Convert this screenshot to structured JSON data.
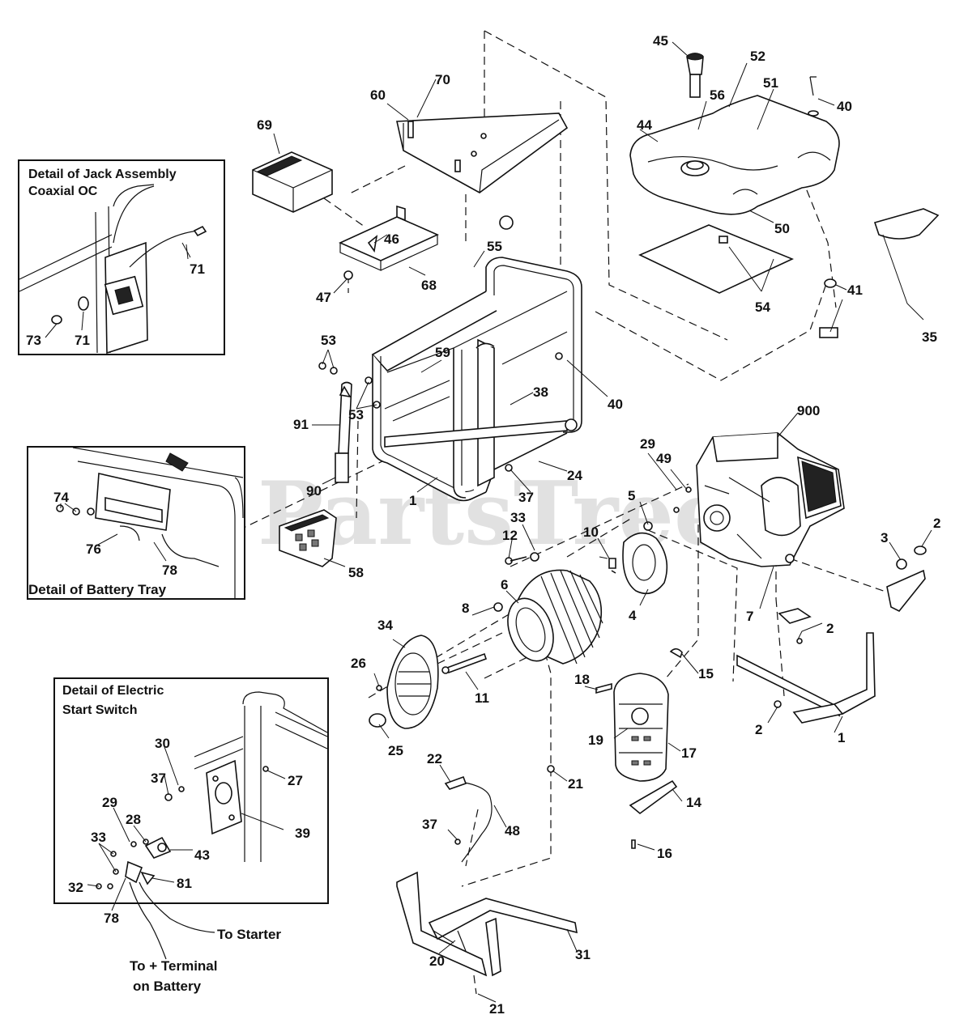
{
  "watermark": "PartsTree",
  "details": {
    "jack": {
      "title_line1": "Detail of Jack Assembly",
      "title_line2": "Coaxial OC"
    },
    "battery": {
      "title": "Detail of Battery Tray"
    },
    "switch": {
      "title_line1": "Detail of Electric",
      "title_line2": "Start Switch"
    }
  },
  "notes": {
    "to_starter": "To Starter",
    "to_battery_line1": "To + Terminal",
    "to_battery_line2": "on Battery"
  },
  "labels": {
    "p45": "45",
    "p52": "52",
    "p51": "51",
    "p40a": "40",
    "p56": "56",
    "p44": "44",
    "p50": "50",
    "p54": "54",
    "p41": "41",
    "p35": "35",
    "p70": "70",
    "p60": "60",
    "p69": "69",
    "p68": "68",
    "p47": "47",
    "p55": "55",
    "p46": "46",
    "p53a": "53",
    "p53b": "53",
    "p59": "59",
    "p38": "38",
    "p40b": "40",
    "p91": "91",
    "p90": "90",
    "p1a": "1",
    "p24": "24",
    "p37a": "37",
    "p58": "58",
    "p900": "900",
    "p29a": "29",
    "p49": "49",
    "p5": "5",
    "p33a": "33",
    "p12": "12",
    "p10": "10",
    "p3": "3",
    "p2a": "2",
    "p6": "6",
    "p8": "8",
    "p4": "4",
    "p7": "7",
    "p2b": "2",
    "p34": "34",
    "p26": "26",
    "p11": "11",
    "p15": "15",
    "p18": "18",
    "p2c": "2",
    "p1b": "1",
    "p25": "25",
    "p19": "19",
    "p17": "17",
    "p22": "22",
    "p21a": "21",
    "p14": "14",
    "p48": "48",
    "p37b": "37",
    "p16": "16",
    "p20": "20",
    "p31": "31",
    "p21b": "21",
    "d71a": "71",
    "d73": "73",
    "d71b": "71",
    "d74": "74",
    "d76": "76",
    "d78a": "78",
    "d30": "30",
    "d37": "37",
    "d27": "27",
    "d29": "29",
    "d28": "28",
    "d39": "39",
    "d43": "43",
    "d33": "33",
    "d32": "32",
    "d81": "81",
    "d78b": "78"
  }
}
